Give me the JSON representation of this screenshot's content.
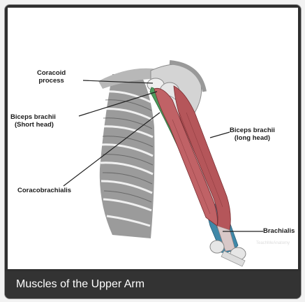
{
  "caption": "Muscles of the Upper Arm",
  "labels": {
    "coracoid_process": {
      "line1": "Coracoid",
      "line2": "process"
    },
    "biceps_short": {
      "line1": "Biceps brachii",
      "line2": "(Short head)"
    },
    "biceps_long": {
      "line1": "Biceps brachii",
      "line2": "(long head)"
    },
    "coracobrachialis": "Coracobrachialis",
    "brachialis": "Brachialis"
  },
  "watermark": "TeachMeAnatomy",
  "colors": {
    "biceps": "#b5565a",
    "coracobrachialis": "#4e9a5c",
    "brachialis": "#3f88a8",
    "bone": "#e9e9e9",
    "caption_bar": "#333333"
  }
}
